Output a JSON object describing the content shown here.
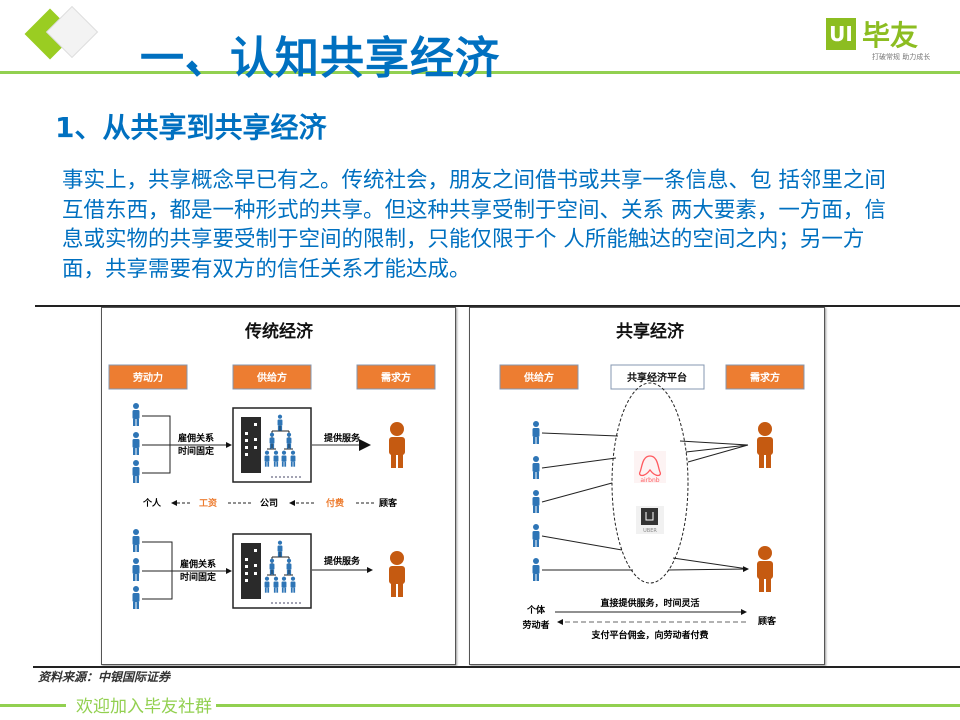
{
  "header": {
    "title": "一、认知共享经济"
  },
  "logo": {
    "mark": "UI",
    "name": "毕友",
    "tagline": "打破常规 助力成长"
  },
  "section": {
    "subtitle": "1、从共享到共享经济",
    "paragraph": "事实上，共享概念早已有之。传统社会，朋友之间借书或共享一条信息、包 括邻里之间互借东西，都是一种形式的共享。但这种共享受制于空间、关系 两大要素，一方面，信息或实物的共享要受制于空间的限制，只能仅限于个 人所能触达的空间之内；另一方面，共享需要有双方的信任关系才能达成。"
  },
  "traditional": {
    "title": "传统经济",
    "labels": [
      "劳动力",
      "供给方",
      "需求方"
    ],
    "relation": [
      "雇佣关系",
      "时间固定"
    ],
    "service": "提供服务",
    "flow": {
      "person": "个人",
      "wage": "工资",
      "company": "公司",
      "pay": "付费",
      "customer": "顾客"
    }
  },
  "sharing": {
    "title": "共享经济",
    "labels": [
      "供给方",
      "共享经济平台",
      "需求方"
    ],
    "platforms": [
      "airbnb",
      "UBER"
    ],
    "worker": [
      "个体",
      "劳动者"
    ],
    "customer": "顾客",
    "direct": "直接提供服务，时间灵活",
    "commission": "支付平台佣金，向劳动者付费"
  },
  "source": "资料来源：中银国际证券",
  "footer": "欢迎加入毕友社群",
  "colors": {
    "accent": "#0070c0",
    "green": "#92d050",
    "orange": "#ed7d31",
    "person_blue": "#2e75b6",
    "person_orange": "#c55a11"
  }
}
